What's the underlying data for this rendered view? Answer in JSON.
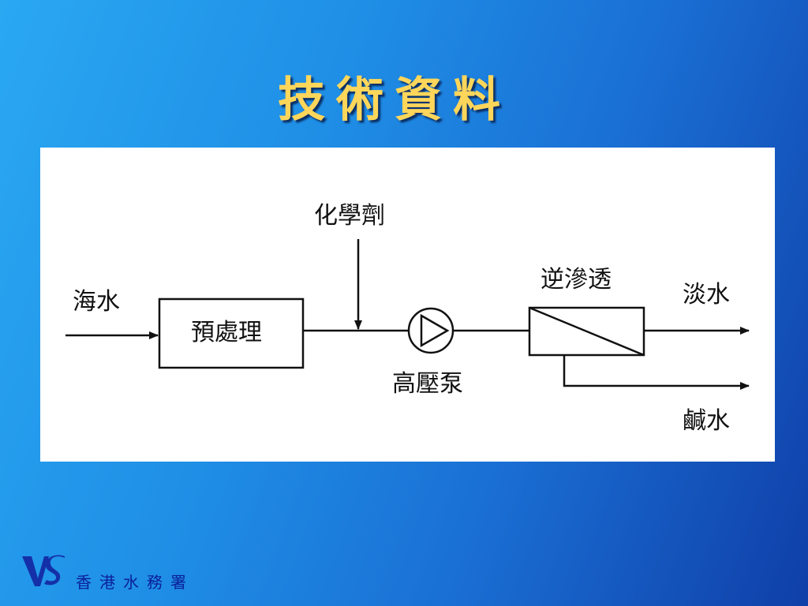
{
  "slide": {
    "title": "技術資料"
  },
  "diagram": {
    "input_label": "海水",
    "pretreatment_label": "預處理",
    "chemical_label": "化學劑",
    "pump_label": "高壓泵",
    "ro_label": "逆滲透",
    "fresh_water_label": "淡水",
    "brine_label": "鹹水"
  },
  "footer": {
    "org_name": "香港水務署",
    "logo_icon": "wsd-logo-icon",
    "logo_color": "#1430a8"
  }
}
